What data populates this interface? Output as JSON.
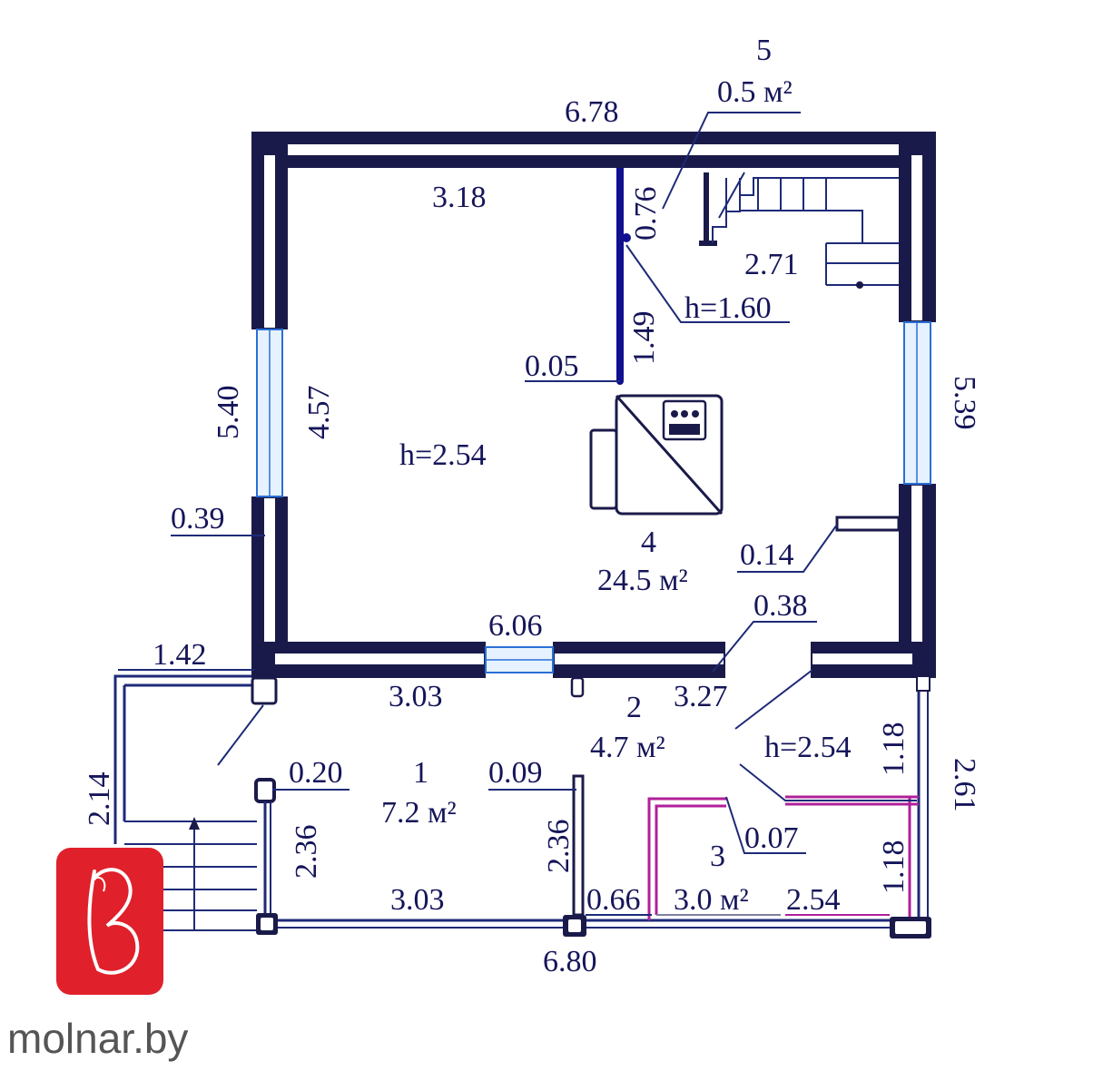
{
  "plan": {
    "outer_width_top": "6.78",
    "outer_width_bottom": "6.80",
    "left_height": "5.40",
    "right_height": "5.39",
    "room5_number": "5",
    "room5_area": "0.5 м²",
    "room4_number": "4",
    "room4_area": "24.5 м²",
    "room4_height": "h=2.54",
    "room1_number": "1",
    "room1_area": "7.2 м²",
    "room2_number": "2",
    "room2_area": "4.7 м²",
    "room2_height": "h=2.54",
    "room3_number": "3",
    "room3_area": "3.0 м²",
    "stair_height": "h=1.60",
    "labels": {
      "d_3_18": "3.18",
      "d_0_76": "0.76",
      "d_2_71": "2.71",
      "d_1_49": "1.49",
      "d_0_05": "0.05",
      "d_4_57": "4.57",
      "d_0_39": "0.39",
      "d_0_14": "0.14",
      "d_0_38": "0.38",
      "d_6_06": "6.06",
      "d_1_42": "1.42",
      "d_3_03_top": "3.03",
      "d_3_27": "3.27",
      "d_1_18_top": "1.18",
      "d_2_61": "2.61",
      "d_2_14": "2.14",
      "d_0_20": "0.20",
      "d_0_09": "0.09",
      "d_2_36_left": "2.36",
      "d_2_36_right": "2.36",
      "d_0_07": "0.07",
      "d_1_18_bottom": "1.18",
      "d_3_03_bottom": "3.03",
      "d_0_66": "0.66",
      "d_2_54": "2.54"
    }
  },
  "watermark": {
    "site": "molnar.by",
    "logo_letter": "B",
    "logo_color": "#e0202a"
  }
}
